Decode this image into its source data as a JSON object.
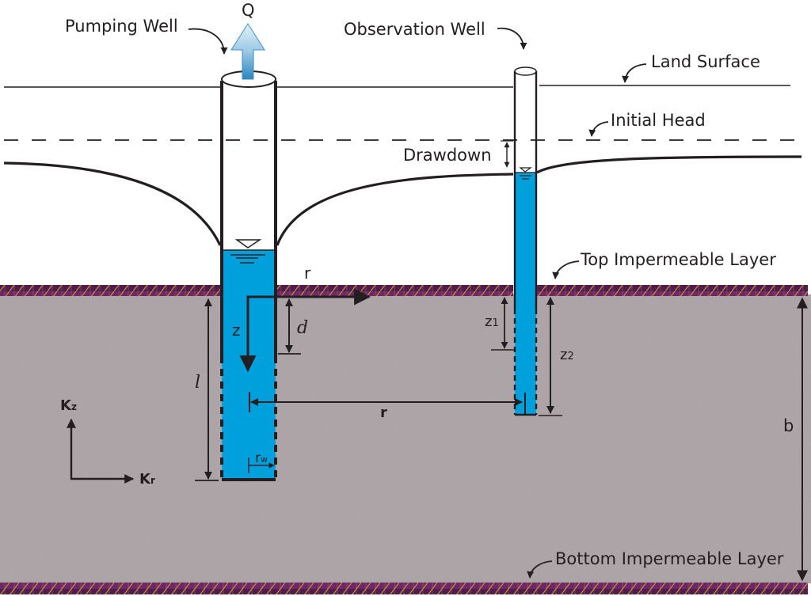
{
  "title": "Pumping well and observation well in a confined aquifer",
  "labels": {
    "pumping_well": "Pumping Well",
    "observation_well": "Observation Well",
    "land_surface": "Land Surface",
    "initial_head": "Initial Head",
    "drawdown": "Drawdown",
    "top_layer": "Top Impermeable  Layer",
    "bottom_layer": "Bottom Impermeable  Layer",
    "discharge": "Q"
  },
  "symbols": {
    "r_axis": "r",
    "z_axis": "z",
    "d": "d",
    "l": "l",
    "z1": "z",
    "z1_sub": "1",
    "z2": "z",
    "z2_sub": "2",
    "r_distance": "r",
    "rw": "r",
    "rw_sub": "w",
    "b": "b",
    "kz": "K",
    "kz_sub": "z",
    "kr": "K",
    "kr_sub": "r"
  },
  "colors": {
    "water": "#00a0dc",
    "ground": "#a39a9c",
    "layer_purple": "#6a2a68",
    "layer_orange": "#d88a3a",
    "line": "#231f20",
    "arrow_q_top": "#cfe6f3",
    "arrow_q_bottom": "#2d86bf"
  }
}
